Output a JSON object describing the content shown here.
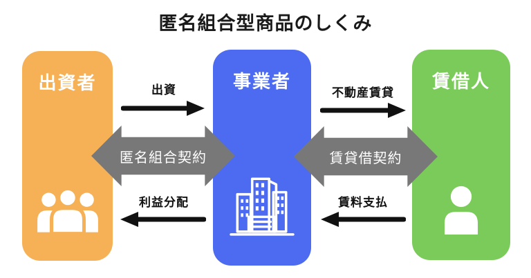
{
  "title": "匿名組合型商品のしくみ",
  "colors": {
    "investor": "#F6B156",
    "operator": "#4D6BF0",
    "tenant": "#7BCB5A",
    "contract_arrow": "#787878",
    "flow_arrow": "#111111"
  },
  "nodes": {
    "investor": {
      "label": "出資者",
      "icon": "people-group-icon"
    },
    "operator": {
      "label": "事業者",
      "icon": "buildings-icon"
    },
    "tenant": {
      "label": "賃借人",
      "icon": "person-icon"
    }
  },
  "flows": {
    "investment": {
      "label": "出資",
      "from": "出資者",
      "to": "事業者",
      "direction": "right"
    },
    "real_estate_lease": {
      "label": "不動産賃貸",
      "from": "事業者",
      "to": "賃借人",
      "direction": "right"
    },
    "profit_distribution": {
      "label": "利益分配",
      "from": "事業者",
      "to": "出資者",
      "direction": "left"
    },
    "rent_payment": {
      "label": "賃料支払",
      "from": "賃借人",
      "to": "事業者",
      "direction": "left"
    }
  },
  "contracts": {
    "anonymous_partnership": {
      "label": "匿名組合契約",
      "between": [
        "出資者",
        "事業者"
      ]
    },
    "lease_contract": {
      "label": "賃貸借契約",
      "between": [
        "事業者",
        "賃借人"
      ]
    }
  }
}
